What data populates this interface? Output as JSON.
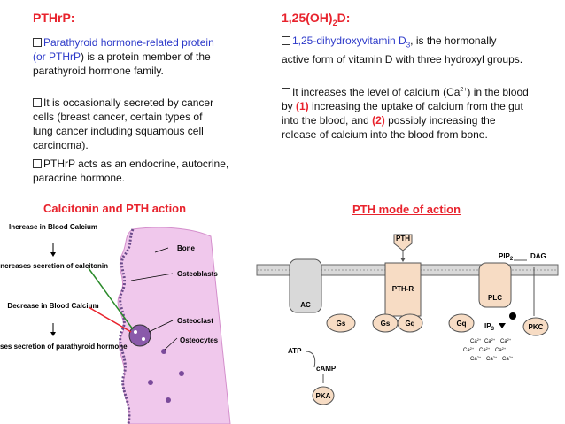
{
  "left": {
    "heading": "PTHrP:",
    "bullet1": {
      "p1": "Parathyroid hormone-related protein",
      "p2": " (or ",
      "p3": "PTHrP",
      "p4": ") is a protein member of the parathyroid hormone family."
    },
    "bullet2": "It is occasionally secreted by cancer cells (breast cancer, certain types of lung cancer including squamous cell carcinoma).",
    "bullet3": "PTHrP acts as an endocrine, autocrine, paracrine hormone."
  },
  "right": {
    "heading_pre": "1,25(OH)",
    "heading_sub": "2",
    "heading_post": "D:",
    "bullet1": {
      "p1": "1,25-dihydroxyvitamin D",
      "sub": "3",
      "p2": ", is the hormonally active form of vitamin D with three hydroxyl groups."
    },
    "bullet2": {
      "p1": "It increases the level of calcium (Ca",
      "sup": "2+",
      "p2": ") in the blood by ",
      "n1": "(1)",
      "p3": " increasing the uptake of calcium from the gut into the blood, and ",
      "n2": "(2)",
      "p4": " possibly increasing the release of calcium into the blood from bone."
    }
  },
  "calcitonin_panel": {
    "title": "Calcitonin and PTH action",
    "flow": {
      "increase": "Increase in Blood Calcium",
      "calcitonin": "Increases secretion of calcitonin",
      "decrease": "Decrease in Blood Calcium",
      "pth": "Increases secretion of parathyroid hormone"
    },
    "labels": {
      "bone": "Bone",
      "osteoblasts": "Osteoblasts",
      "osteoclast": "Osteoclast",
      "osteocytes": "Osteocytes"
    }
  },
  "pth_panel": {
    "title": "PTH mode of action",
    "labels": {
      "pth": "PTH",
      "pthr": "PTH-R",
      "ac": "AC",
      "gs1": "Gs",
      "gs2": "Gs",
      "gq1": "Gq",
      "gq2": "Gq",
      "plc": "PLC",
      "pip2": "PIP",
      "pip2_sub": "2",
      "dag": "DAG",
      "ip3": "IP",
      "ip3_sub": "3",
      "pkc": "PKC",
      "atp": "ATP",
      "camp": "cAMP",
      "pka": "PKA",
      "ca_ion": "Ca",
      "ca_charge": "2+"
    }
  }
}
